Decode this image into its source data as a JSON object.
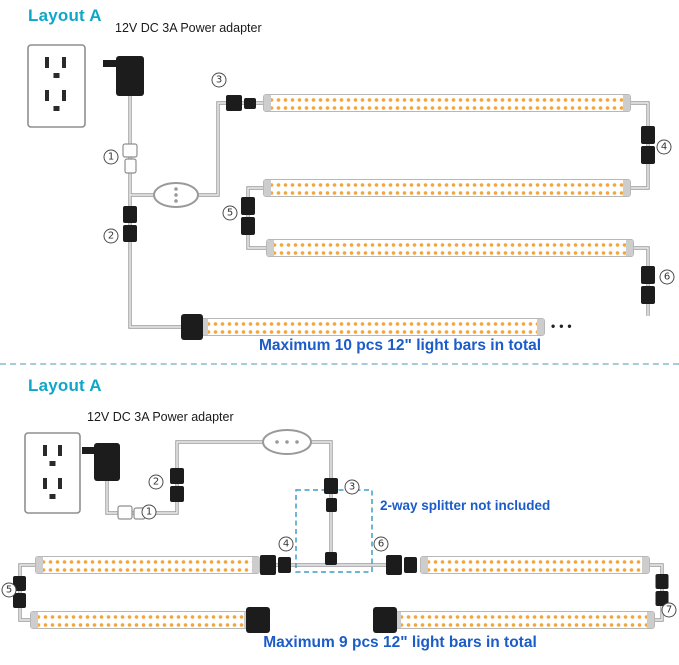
{
  "colors": {
    "teal": "#0fa7c9",
    "blue": "#1b5cc8",
    "box_teal": "#3f9fc6",
    "led": "#f4a63d",
    "wire": "#9a9a9a"
  },
  "panel_top": {
    "title": "Layout A",
    "adapter_label": "12V DC 3A Power adapter",
    "caption": "Maximum 10 pcs 12\" light bars in total",
    "ellipsis": "•••",
    "markers": [
      "1",
      "2",
      "3",
      "4",
      "5",
      "6"
    ]
  },
  "panel_bottom": {
    "title": "Layout A",
    "adapter_label": "12V DC 3A Power adapter",
    "splitter_note": "2-way splitter not included",
    "caption": "Maximum 9 pcs 12\" light bars in total",
    "markers": [
      "1",
      "2",
      "3",
      "4",
      "5",
      "6",
      "7"
    ]
  }
}
